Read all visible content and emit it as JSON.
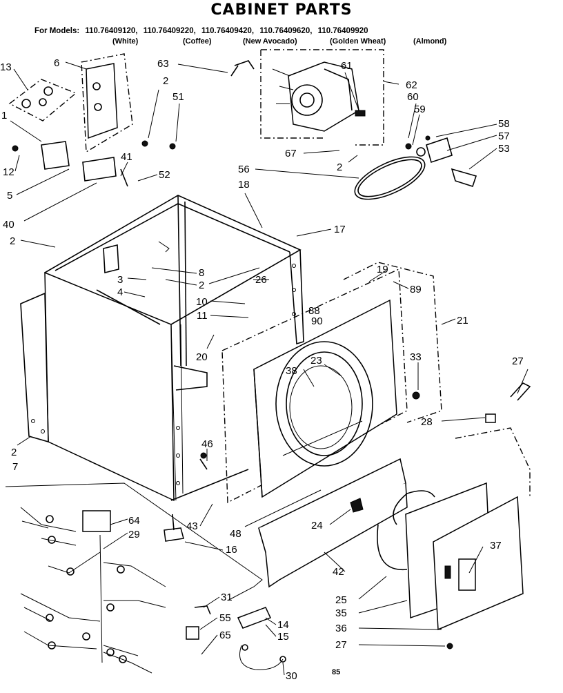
{
  "title": "CABINET PARTS",
  "models": {
    "prefix": "For Models:",
    "numbers": [
      "110.76409120,",
      "110.76409220,",
      "110.76409420,",
      "110.76409620,",
      "110.76409920"
    ],
    "finishes": [
      "(White)",
      "(Coffee)",
      "(New Avocado)",
      "(Golden Wheat)",
      "(Almond)"
    ]
  },
  "callouts": [
    "13",
    "6",
    "63",
    "2",
    "51",
    "61",
    "62",
    "60",
    "59",
    "58",
    "57",
    "53",
    "1",
    "12",
    "41",
    "52",
    "5",
    "40",
    "67",
    "2",
    "56",
    "18",
    "17",
    "2",
    "8",
    "19",
    "89",
    "3",
    "2",
    "26",
    "4",
    "10",
    "88",
    "90",
    "21",
    "11",
    "20",
    "23",
    "38",
    "33",
    "27",
    "2",
    "7",
    "28",
    "46",
    "64",
    "29",
    "43",
    "16",
    "48",
    "24",
    "42",
    "37",
    "25",
    "35",
    "36",
    "27",
    "31",
    "55",
    "14",
    "15",
    "65",
    "30"
  ],
  "footer_code": "85"
}
